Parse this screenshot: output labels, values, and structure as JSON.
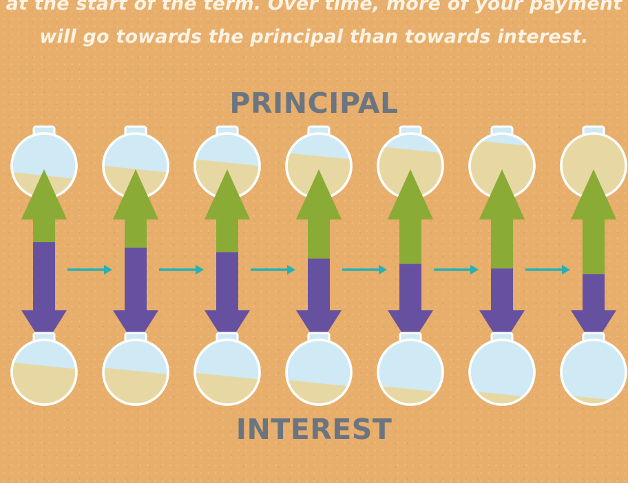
{
  "caption": {
    "line1": "at the start of the term. Over time, more of your payment",
    "line2": "will go towards the principal than towards interest."
  },
  "labels": {
    "principal": "PRINCIPAL",
    "interest": "INTEREST"
  },
  "colors": {
    "background": "#e8ae6b",
    "caption_text": "#fbf3e4",
    "label_text": "#6a7581",
    "principal_arrow": "#8aab35",
    "interest_arrow": "#6651a1",
    "progress_arrow": "#27b0b5",
    "jar_glass": "#cfe9f5",
    "jar_outline": "#ffffff",
    "jar_sand": "#e7d8a3"
  },
  "diagram": {
    "stages": [
      {
        "principal_share": 0.25,
        "interest_share": 0.75,
        "principal_jar_fill": 0.35,
        "interest_jar_fill": 0.6
      },
      {
        "principal_share": 0.31,
        "interest_share": 0.69,
        "principal_jar_fill": 0.45,
        "interest_jar_fill": 0.52
      },
      {
        "principal_share": 0.36,
        "interest_share": 0.64,
        "principal_jar_fill": 0.55,
        "interest_jar_fill": 0.44
      },
      {
        "principal_share": 0.43,
        "interest_share": 0.57,
        "principal_jar_fill": 0.65,
        "interest_jar_fill": 0.33
      },
      {
        "principal_share": 0.49,
        "interest_share": 0.51,
        "principal_jar_fill": 0.75,
        "interest_jar_fill": 0.24
      },
      {
        "principal_share": 0.54,
        "interest_share": 0.46,
        "principal_jar_fill": 0.85,
        "interest_jar_fill": 0.16
      },
      {
        "principal_share": 0.6,
        "interest_share": 0.4,
        "principal_jar_fill": 1.0,
        "interest_jar_fill": 0.1
      }
    ]
  }
}
